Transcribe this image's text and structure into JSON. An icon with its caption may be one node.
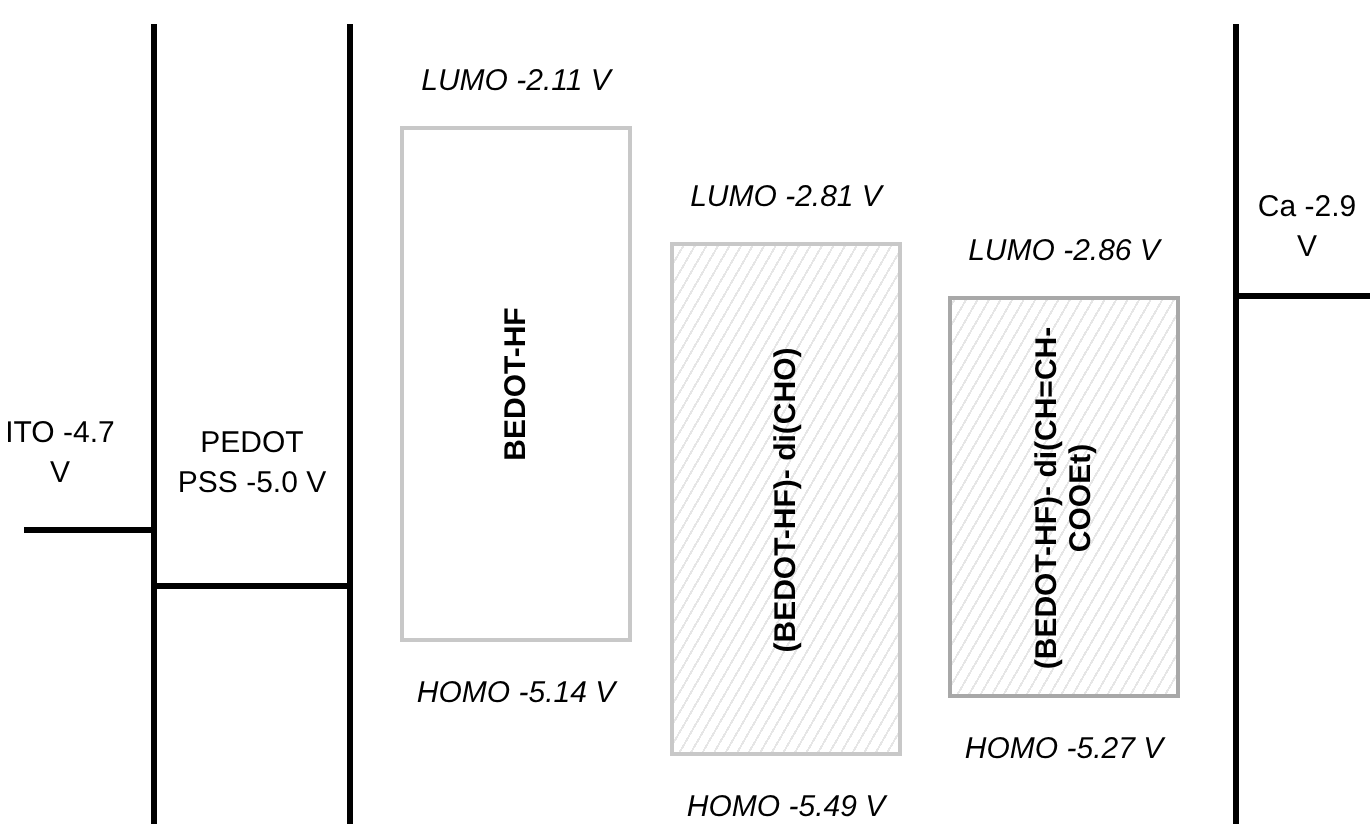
{
  "diagram": {
    "nodes": [
      {
        "text": [
          "BEDOT-HF"
        ],
        "beside": [
          "LUMO -2.11 V",
          "HOMO -5.14 V"
        ]
      },
      {
        "text": [
          "(BEDOT-HF)- di(CHO)"
        ],
        "beside": [
          "LUMO -2.81 V",
          "HOMO -5.49 V"
        ]
      },
      {
        "text": [
          "(BEDOT-HF)- di(CH=CH-COOEt)"
        ],
        "beside": [
          "LUMO -2.86 V",
          "HOMO -5.27 V"
        ]
      }
    ],
    "labels": [
      "ITO -4.7 V",
      "PEDOT PSS -5.0 V",
      "Ca -2.9 V"
    ]
  }
}
